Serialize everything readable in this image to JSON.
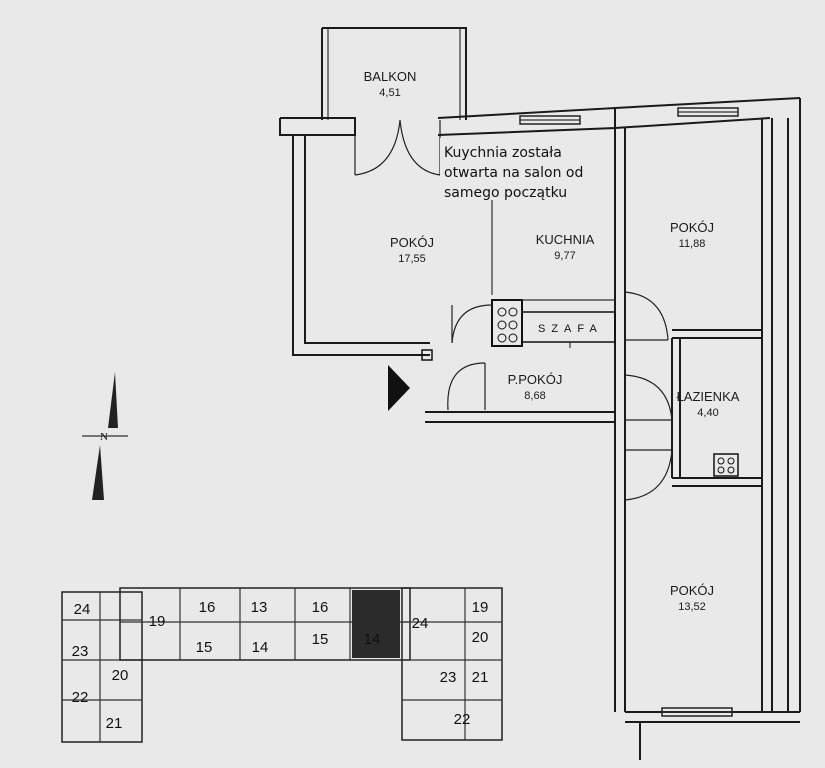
{
  "rooms": {
    "balkon": {
      "name": "BALKON",
      "area": "4,51"
    },
    "pokoj1": {
      "name": "POKÓJ",
      "area": "17,55"
    },
    "kuchnia": {
      "name": "KUCHNIA",
      "area": "9,77"
    },
    "pokoj2": {
      "name": "POKÓJ",
      "area": "11,88"
    },
    "ppokoj": {
      "name": "P.POKÓJ",
      "area": "8,68"
    },
    "lazienka": {
      "name": "ŁAZIENKA",
      "area": "4,40"
    },
    "pokoj3": {
      "name": "POKÓJ",
      "area": "13,52"
    }
  },
  "note": {
    "line1": "Kuychnia została",
    "line2": "otwarta na salon od",
    "line3": "samego początku"
  },
  "wardrobe_label": "SZAFA",
  "compass_label": "N",
  "key_plan": {
    "numbers": [
      "24",
      "19",
      "16",
      "13",
      "16",
      "24",
      "19",
      "23",
      "20",
      "15",
      "14",
      "15",
      "14",
      "20",
      "22",
      "23",
      "21",
      "21",
      "22"
    ]
  },
  "colors": {
    "background": "#e9e9e9",
    "wall": "#1a1a1a",
    "highlight": "#2b2b2b"
  }
}
